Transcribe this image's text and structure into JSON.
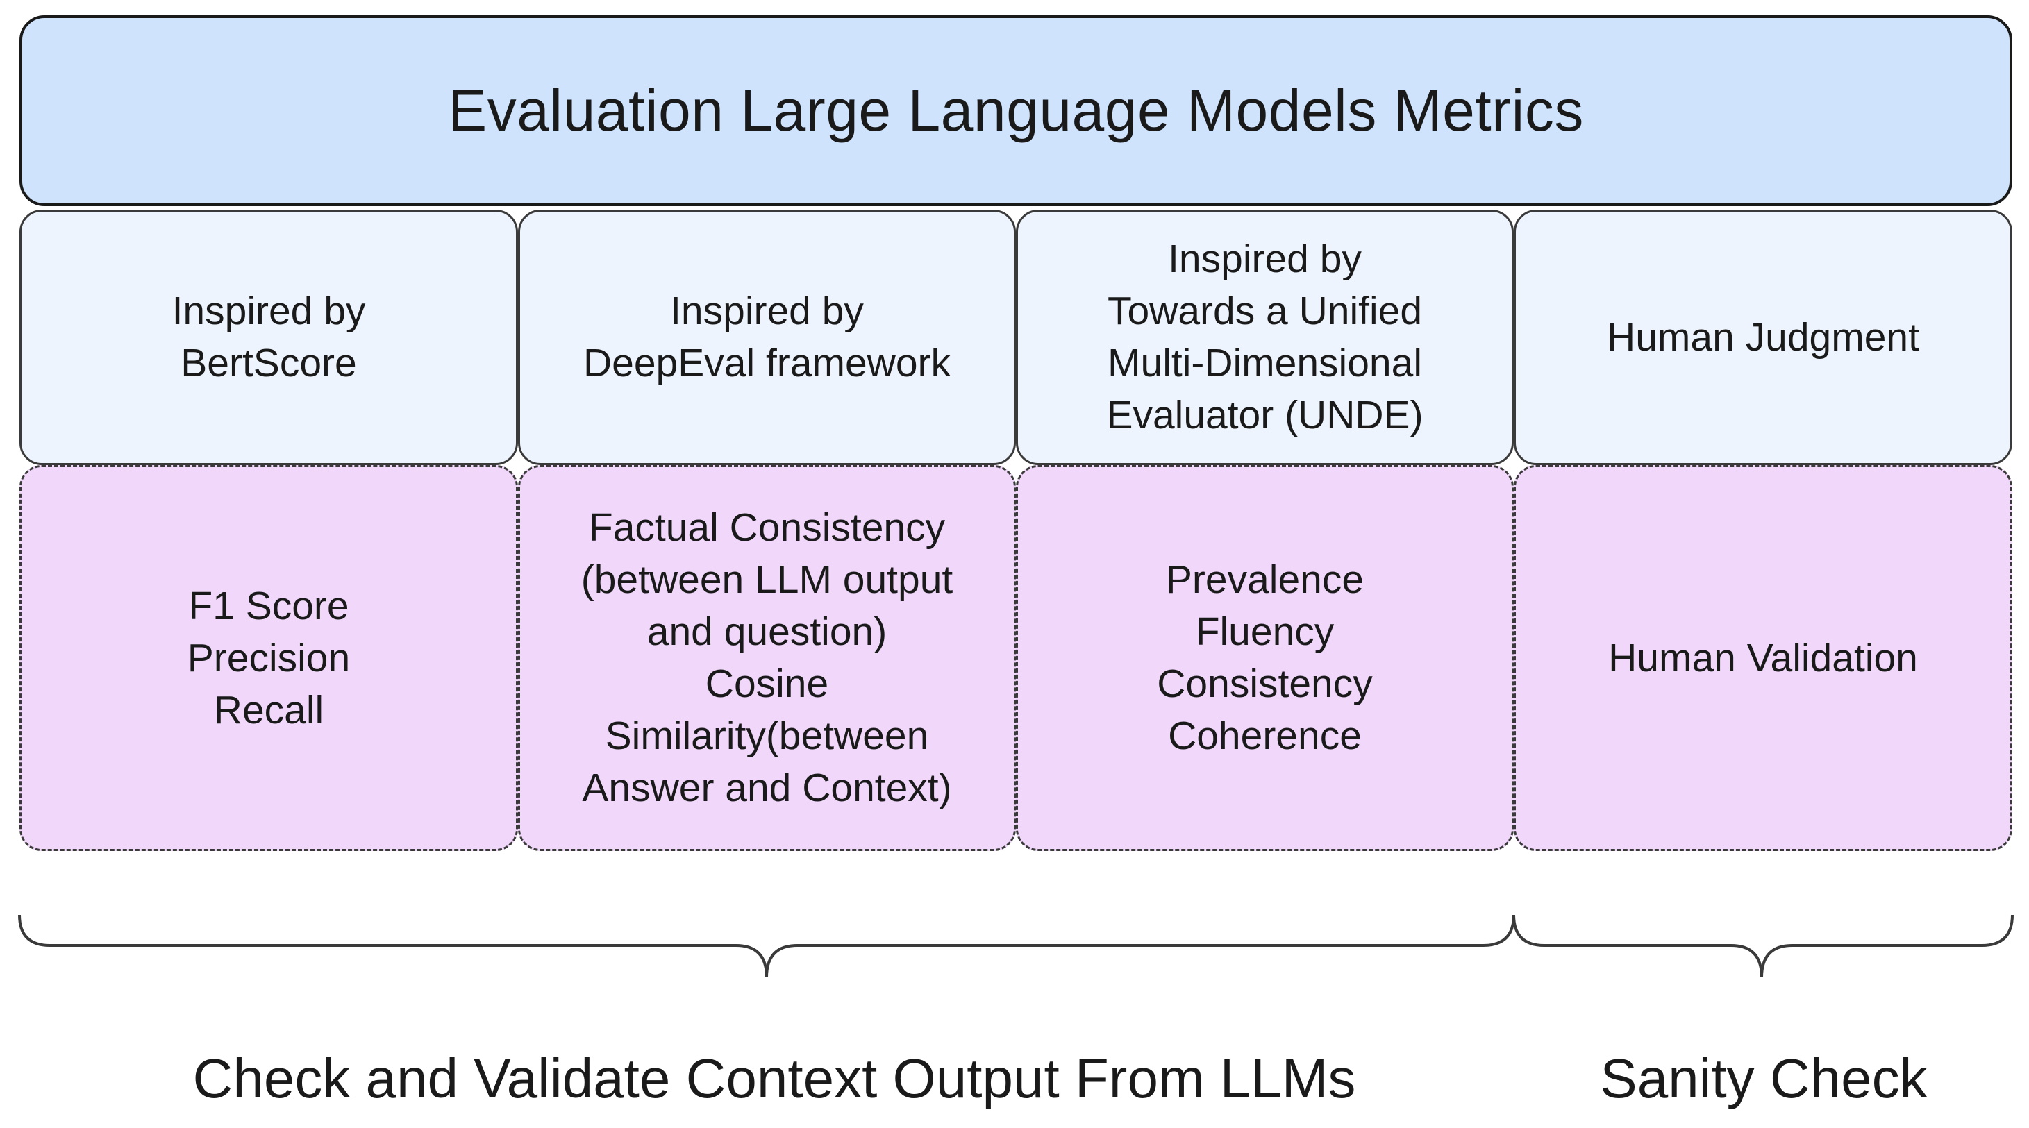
{
  "title": "Evaluation Large Language Models Metrics",
  "columns": [
    {
      "source_lines": [
        "Inspired by",
        "BertScore"
      ],
      "metric_lines": [
        "F1 Score",
        "Precision",
        "Recall"
      ]
    },
    {
      "source_lines": [
        "Inspired by",
        "DeepEval framework"
      ],
      "metric_lines": [
        "Factual Consistency",
        "(between LLM output",
        "and question)",
        "Cosine",
        "Similarity(between",
        "Answer and Context)"
      ]
    },
    {
      "source_lines": [
        "Inspired by",
        "Towards a Unified",
        "Multi-Dimensional",
        "Evaluator (UNDE)"
      ],
      "metric_lines": [
        "Prevalence",
        "Fluency",
        "Consistency",
        "Coherence"
      ]
    },
    {
      "source_lines": [
        "Human Judgment"
      ],
      "metric_lines": [
        "Human Validation"
      ]
    }
  ],
  "groups": [
    {
      "label": "Check and Validate Context Output From LLMs"
    },
    {
      "label": "Sanity Check"
    }
  ],
  "colors": {
    "title_fill": "#cfe3fd",
    "source_fill": "#edf4fd",
    "metric_fill": "#f1d8fb",
    "stroke": "#1a1a1a"
  }
}
